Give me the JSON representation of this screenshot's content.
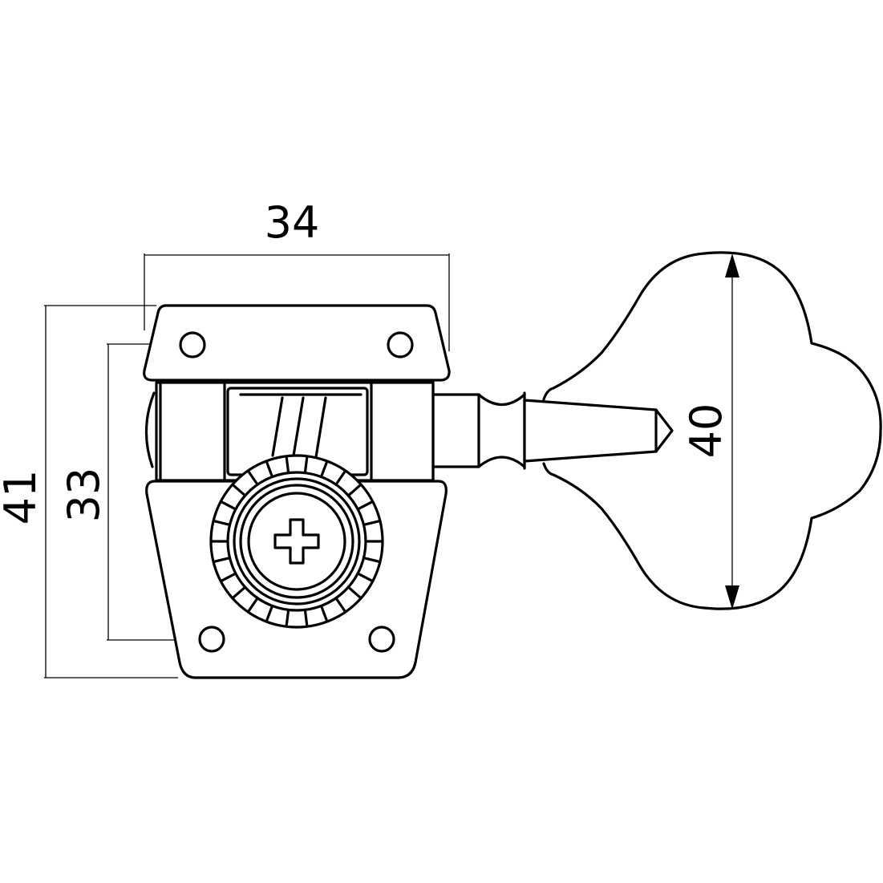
{
  "dimensions": {
    "width_top": "34",
    "height_total": "41",
    "height_holes": "33",
    "button_height": "40"
  },
  "colors": {
    "line": "#000000",
    "background": "#ffffff"
  }
}
